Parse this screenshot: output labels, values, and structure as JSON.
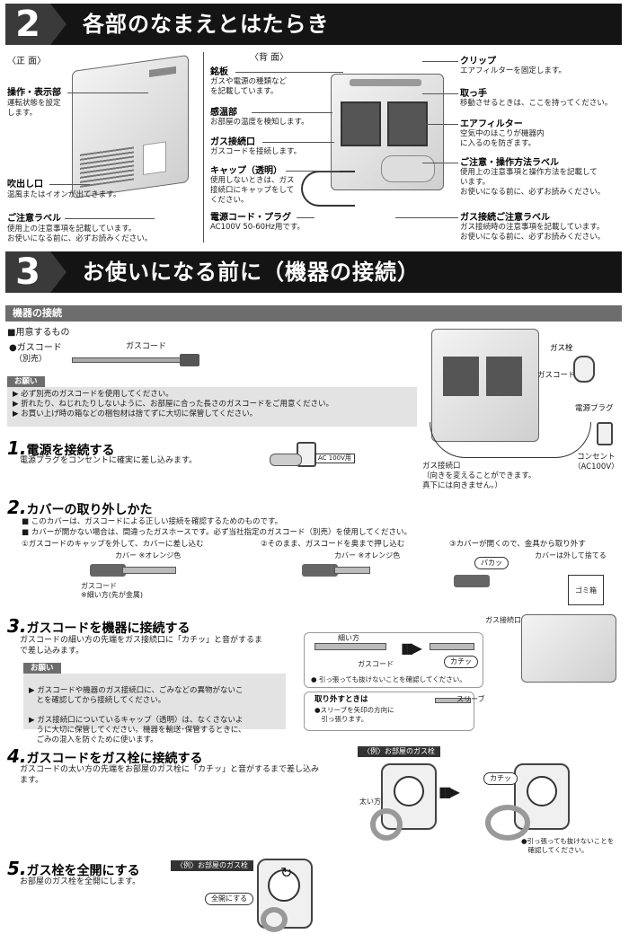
{
  "sec2": {
    "num": "2",
    "title": "各部のなまえとはたらき"
  },
  "front": {
    "header": "〈正 面〉",
    "parts": [
      {
        "name": "操作・表示部",
        "desc": "運転状態を設定\nします。"
      },
      {
        "name": "吹出し口",
        "desc": "温風またはイオンが出てきます。"
      },
      {
        "name": "ご注意ラベル",
        "desc": "使用上の注意事項を記載しています。\nお使いになる前に、必ずお読みください。"
      }
    ]
  },
  "back": {
    "header": "〈背 面〉",
    "left": [
      {
        "name": "銘板",
        "desc": "ガスや電源の種類など\nを記載しています。"
      },
      {
        "name": "感温部",
        "desc": "お部屋の温度を検知します。"
      },
      {
        "name": "ガス接続口",
        "desc": "ガスコードを接続します。"
      },
      {
        "name": "キャップ（透明）",
        "desc": "使用しないときは、ガス\n接続口にキャップをして\nください。"
      },
      {
        "name": "電源コード・プラグ",
        "desc": "AC100V 50-60Hz用です。"
      }
    ],
    "right": [
      {
        "name": "クリップ",
        "desc": "エアフィルターを固定します。"
      },
      {
        "name": "取っ手",
        "desc": "移動させるときは、ここを持ってください。"
      },
      {
        "name": "エアフィルター",
        "desc": "空気中のほこりが機器内\nに入るのを防ぎます。"
      },
      {
        "name": "ご注意・操作方法ラベル",
        "desc": "使用上の注意事項と操作方法を記載して\nいます。\nお使いになる前に、必ずお読みください。"
      },
      {
        "name": "ガス接続ご注意ラベル",
        "desc": "ガス接続時の注意事項を記載しています。\nお使いになる前に、必ずお読みください。"
      }
    ]
  },
  "sec3": {
    "num": "3",
    "title": "お使いになる前に（機器の接続）"
  },
  "connect": {
    "header": "機器の接続",
    "prepare": "■用意するもの",
    "item": "●ガスコード",
    "item_note": "（別売）",
    "item_label": "ガスコード",
    "note_tab": "お願い",
    "notes": [
      "▶ 必ず別売のガスコードを使用してください。",
      "▶ 折れたり、ねじれたりしないように、お部屋に合った長さのガスコードをご用意ください。",
      "▶ お買い上げ時の箱などの梱包材は捨てずに大切に保管してください。"
    ],
    "diag": {
      "gas_valve": "ガス栓",
      "gas_cord": "ガスコード",
      "plug": "電源プラグ",
      "outlet": "コンセント\n（AC100V）",
      "port": "ガス接続口\n（向きを変えることができます。\n真下には向きません。）"
    }
  },
  "step1": {
    "n": "1.",
    "title": "電源を接続する",
    "desc": "電源プラグをコンセントに確実に差し込みます。",
    "tag": "AC 100V用"
  },
  "step2": {
    "n": "2.",
    "title": "カバーの取り外しかた",
    "bullets": [
      "■ このカバーは、ガスコードによる正しい接続を確認するためのものです。",
      "■ カバーが開かない場合は、間違ったガスホースです。必ず当社指定のガスコード（別売）を使用してください。"
    ],
    "s1": "①ガスコードのキャップを外して、カバーに差し込む",
    "s2": "②そのまま、ガスコードを奥まで押し込む",
    "s3": "③カバーが開くので、金具から取り外す",
    "cover": "カバー ※オレンジ色",
    "cover2": "カバー ※オレンジ色",
    "cord": "ガスコード\n※細い方(先が金属)",
    "pakatsu": "パカッ",
    "discard": "カバーは外して捨てる",
    "trash": "ゴミ箱"
  },
  "step3": {
    "n": "3.",
    "title": "ガスコードを機器に接続する",
    "desc": "ガスコードの細い方の先端をガス接続口に「カチッ」と音がするま\nで差し込みます。",
    "note_tab": "お願い",
    "notes": [
      "▶ ガスコードや機器のガス接続口に、ごみなどの異物がないこ\n　とを確認してから接続してください。",
      "▶ ガス接続口についているキャップ（透明）は、なくさないよ\n　うに大切に保管してください。機器を輸送･保管するときに、\n　ごみの混入を防ぐために使います。"
    ],
    "thin": "細い方",
    "cord": "ガスコード",
    "kachi": "カチッ",
    "pull": "● 引っ張っても抜けないことを確認してください。",
    "port": "ガス接続口",
    "remove_t": "取り外すときは",
    "remove_d": "●スリーブを矢印の方向に\n　引っ張ります。",
    "sleeve": "スリーブ"
  },
  "step4": {
    "n": "4.",
    "title": "ガスコードをガス栓に接続する",
    "desc": "ガスコードの太い方の先端をお部屋のガス栓に「カチッ」と音がするまで差し込み\nます。",
    "ex": "〈例〉お部屋のガス栓",
    "thick": "太い方",
    "kachi": "カチッ",
    "pull": "●引っ張っても抜けないことを\n　確認してください。"
  },
  "step5": {
    "n": "5.",
    "title": "ガス栓を全開にする",
    "desc": "お部屋のガス栓を全開にします。",
    "ex": "〈例〉お部屋のガス栓",
    "open": "全開にする"
  }
}
